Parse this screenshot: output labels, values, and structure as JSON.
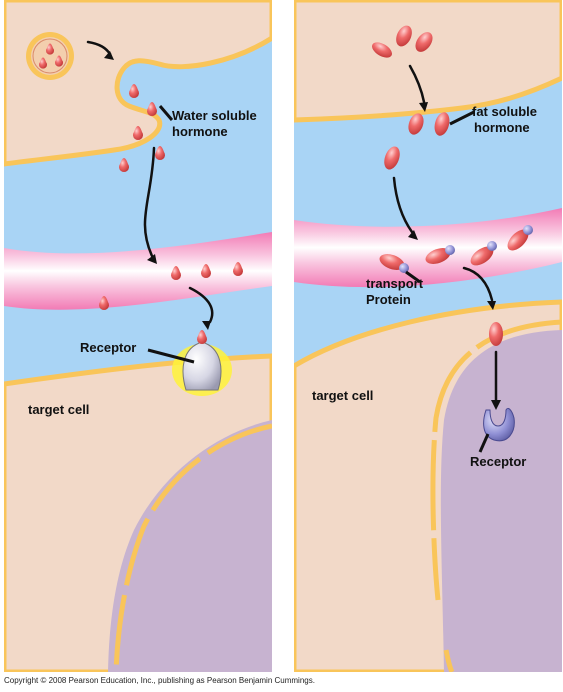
{
  "left_panel": {
    "hormone_label_line1": "Water soluble",
    "hormone_label_line2": "hormone",
    "receptor_label": "Receptor",
    "target_cell_label": "target cell"
  },
  "right_panel": {
    "hormone_label_line1": "fat soluble",
    "hormone_label_line2": "hormone",
    "transport_label_line1": "transport",
    "transport_label_line2": "Protein",
    "target_cell_label": "target cell",
    "receptor_label": "Receptor"
  },
  "copyright": "Copyright © 2008 Pearson Education, Inc., publishing as Pearson Benjamin Cummings.",
  "colors": {
    "cell_tan": "#f2d9c8",
    "fluid_blue": "#a9d4f5",
    "membrane_gold": "#f9c55a",
    "vessel_pink": "#f4a3c9",
    "vessel_light": "#fbe0ee",
    "hormone_red": "#e85555",
    "nucleus_purple": "#c7b3d0",
    "receptor_grey": "#d8d8e6",
    "receptor_blue": "#8f8fd4"
  }
}
